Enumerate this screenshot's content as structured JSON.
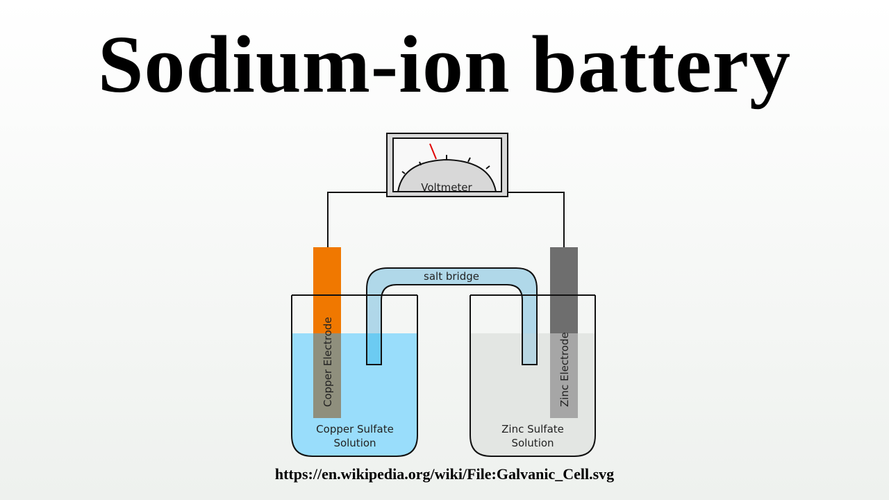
{
  "title": "Sodium-ion battery",
  "source_url": "https://en.wikipedia.org/wiki/File:Galvanic_Cell.svg",
  "diagram": {
    "voltmeter_label": "Voltmeter",
    "salt_bridge_label": "salt bridge",
    "left_electrode_label": "Copper Electrode",
    "right_electrode_label": "Zinc Electrode",
    "left_solution_line1": "Copper Sulfate",
    "left_solution_line2": "Solution",
    "right_solution_line1": "Zinc Sulfate",
    "right_solution_line2": "Solution"
  },
  "colors": {
    "copper": "#f07800",
    "zinc": "#6e6e6e",
    "copper_solution": "#99ddfb",
    "zinc_solution": "#e3e6e3",
    "salt_bridge": "#a8d4e8",
    "needle": "#e00000"
  }
}
